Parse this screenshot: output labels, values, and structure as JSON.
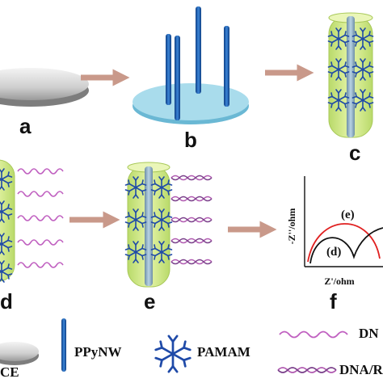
{
  "panels": {
    "a": "a",
    "b": "b",
    "c": "c",
    "d": "d",
    "e": "e",
    "f": "f"
  },
  "plot": {
    "y_axis_label": "-Z''/ohm",
    "x_axis_label": "Z'/ohm",
    "curve_e_label": "(e)",
    "curve_d_label": "(d)",
    "curve_e_color": "#e02020",
    "curve_d_color": "#111111"
  },
  "legend": {
    "gce": "CE",
    "ppynw": "PPyNW",
    "pamam": "PAMAM",
    "dna": "DN",
    "dna_rna": "DNA/R"
  },
  "colors": {
    "arrow": "#c9998a",
    "nanowire": "#1d5fb0",
    "dendrimer": "#1f4aa8",
    "probe_dna": "#c060c0",
    "hybrid_strand_a": "#b05ab0",
    "hybrid_strand_b": "#7a3f8a",
    "coating": "#cfe88a",
    "substrate": "#a9dcec"
  }
}
